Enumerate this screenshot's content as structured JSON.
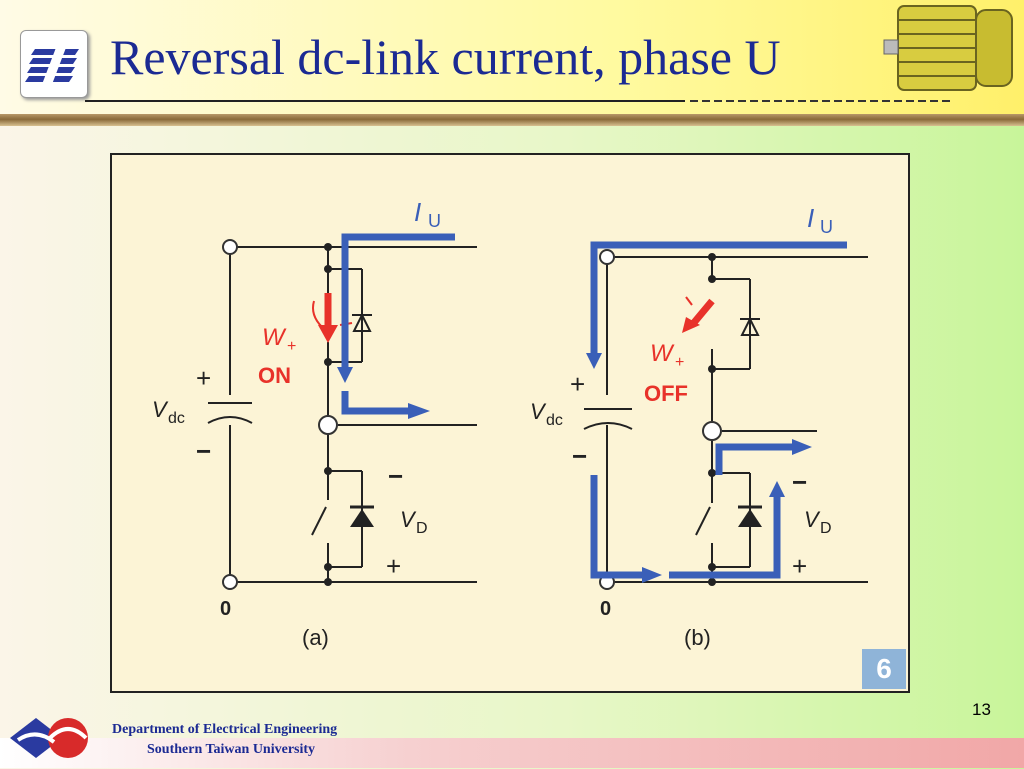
{
  "slide": {
    "title": "Reversal dc-link current, phase U",
    "page_number": "13",
    "footer_department": "Department of Electrical Engineering",
    "footer_university": "Southern Taiwan University",
    "badge": "6"
  },
  "diagram": {
    "a": {
      "caption": "(a)",
      "current_label": "I",
      "current_sub": "U",
      "switch_label": "W",
      "switch_sub": "+",
      "switch_state": "ON",
      "vdc_label": "V",
      "vdc_sub": "dc",
      "vd_label": "V",
      "vd_sub": "D",
      "plus": "+",
      "minus": "−",
      "zero": "0"
    },
    "b": {
      "caption": "(b)",
      "current_label": "I",
      "current_sub": "U",
      "switch_label": "W",
      "switch_sub": "+",
      "switch_state": "OFF",
      "vdc_label": "V",
      "vdc_sub": "dc",
      "vd_label": "V",
      "vd_sub": "D",
      "plus": "+",
      "minus": "−",
      "zero": "0"
    }
  },
  "colors": {
    "current_arrow": "#3a5fb8",
    "switch_red": "#e8322a",
    "title_blue": "#1b2a93"
  }
}
